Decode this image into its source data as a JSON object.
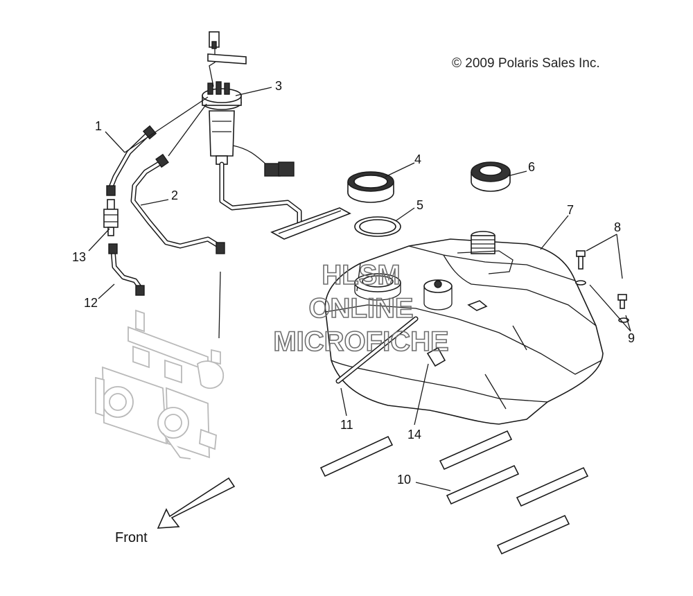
{
  "copyright": "© 2009 Polaris Sales Inc.",
  "front_label": "Front",
  "watermark": [
    "HLSM",
    "ONLINE",
    "MICROFICHE"
  ],
  "callouts": [
    "1",
    "2",
    "3",
    "4",
    "5",
    "6",
    "7",
    "8",
    "9",
    "10",
    "11",
    "12",
    "13",
    "14"
  ],
  "colors": {
    "line": "#1a1a1a",
    "ghost": "#b9b9b9",
    "watermark": "#6e6e6e",
    "background": "#ffffff"
  }
}
